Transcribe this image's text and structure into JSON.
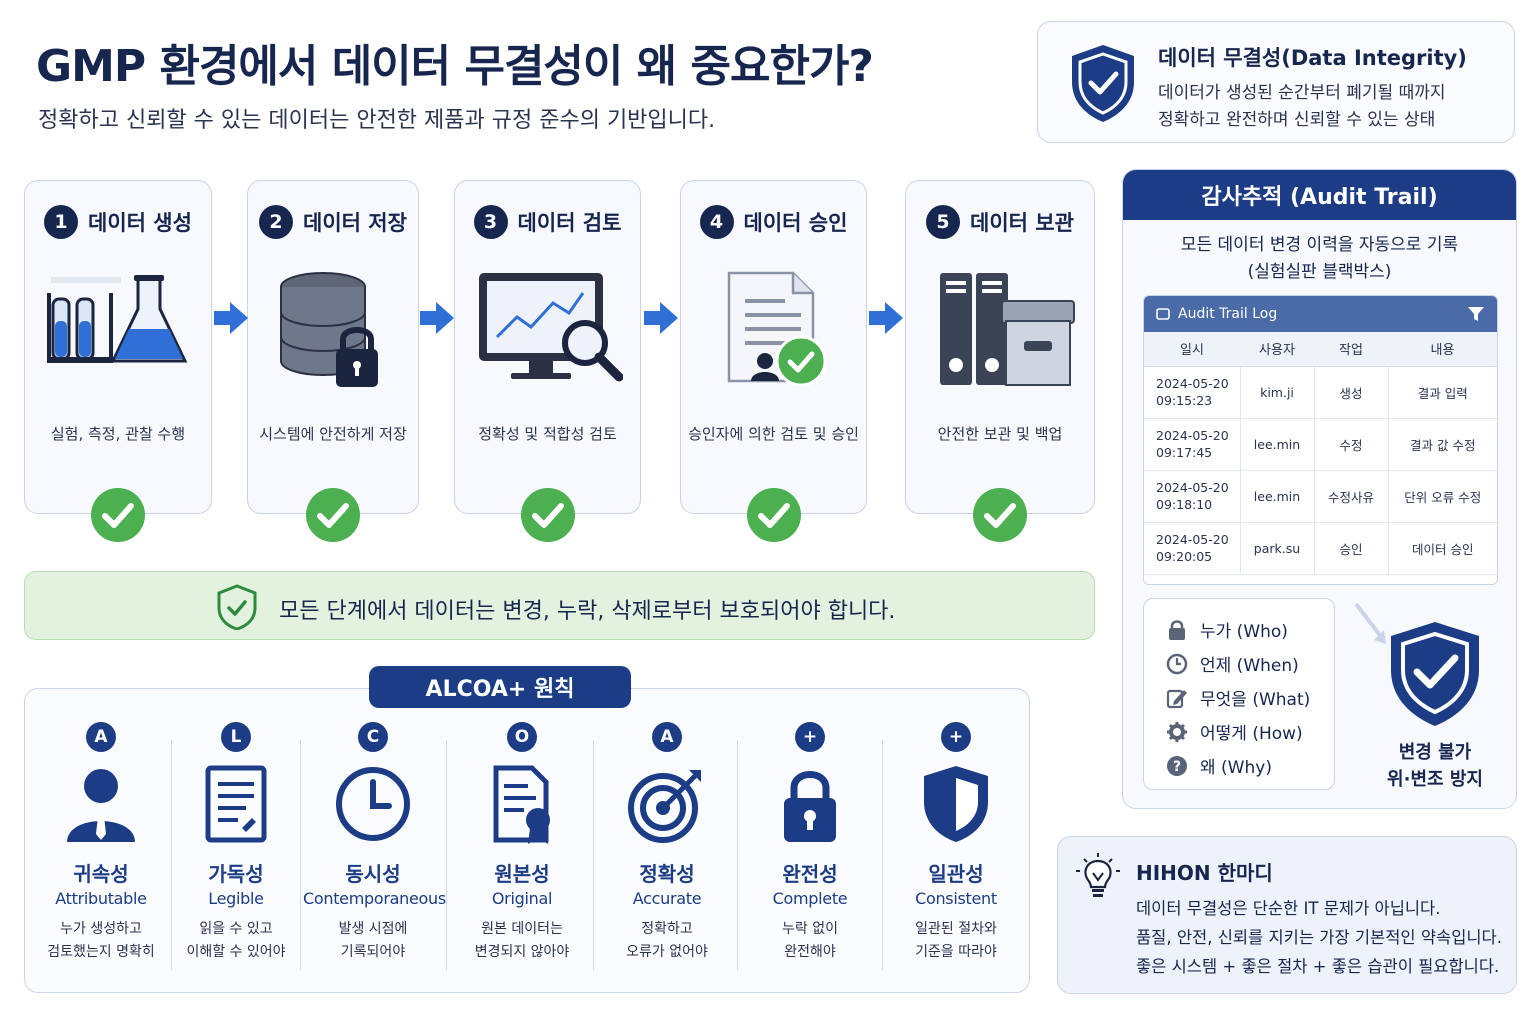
{
  "header": {
    "title": "GMP 환경에서 데이터 무결성이 왜 중요한가?",
    "subtitle": "정확하고 신뢰할 수 있는 데이터는 안전한 제품과 규정 준수의 기반입니다."
  },
  "definition": {
    "title": "데이터 무결성(Data Integrity)",
    "line1": "데이터가 생성된 순간부터 폐기될 때까지",
    "line2": "정확하고 완전하며 신뢰할 수 있는 상태"
  },
  "steps": [
    {
      "num": "1",
      "label": "데이터 생성",
      "desc": "실험, 측정, 관찰 수행"
    },
    {
      "num": "2",
      "label": "데이터 저장",
      "desc": "시스템에 안전하게 저장"
    },
    {
      "num": "3",
      "label": "데이터 검토",
      "desc": "정확성 및 적합성 검토"
    },
    {
      "num": "4",
      "label": "데이터 승인",
      "desc": "승인자에 의한 검토 및 승인"
    },
    {
      "num": "5",
      "label": "데이터 보관",
      "desc": "안전한 보관 및 백업"
    }
  ],
  "banner": {
    "text": "모든 단계에서 데이터는 변경, 누락, 삭제로부터 보호되어야 합니다."
  },
  "alcoa": {
    "title": "ALCOA+ 원칙",
    "items": [
      {
        "letter": "A",
        "name": "귀속성",
        "en": "Attributable",
        "desc1": "누가 생성하고",
        "desc2": "검토했는지 명확히",
        "icon": "person-icon"
      },
      {
        "letter": "L",
        "name": "가독성",
        "en": "Legible",
        "desc1": "읽을 수 있고",
        "desc2": "이해할 수 있어야",
        "icon": "document-icon"
      },
      {
        "letter": "C",
        "name": "동시성",
        "en": "Contemporaneous",
        "desc1": "발생 시점에",
        "desc2": "기록되어야",
        "icon": "clock-icon"
      },
      {
        "letter": "O",
        "name": "원본성",
        "en": "Original",
        "desc1": "원본 데이터는",
        "desc2": "변경되지 않아야",
        "icon": "certificate-icon"
      },
      {
        "letter": "A",
        "name": "정확성",
        "en": "Accurate",
        "desc1": "정확하고",
        "desc2": "오류가 없어야",
        "icon": "target-icon"
      },
      {
        "letter": "+",
        "name": "완전성",
        "en": "Complete",
        "desc1": "누락 없이",
        "desc2": "완전해야",
        "icon": "lock-icon"
      },
      {
        "letter": "+",
        "name": "일관성",
        "en": "Consistent",
        "desc1": "일관된 절차와",
        "desc2": "기준을 따라야",
        "icon": "shield-icon"
      }
    ]
  },
  "audit": {
    "title": "감사추적 (Audit Trail)",
    "sub1": "모든 데이터 변경 이력을 자동으로 기록",
    "sub2": "(실험실판 블랙박스)",
    "log_title": "Audit Trail Log",
    "columns": [
      "일시",
      "사용자",
      "작업",
      "내용"
    ],
    "rows": [
      {
        "date": "2024-05-20",
        "time": "09:15:23",
        "user": "kim.ji",
        "action": "생성",
        "content": "결과 입력"
      },
      {
        "date": "2024-05-20",
        "time": "09:17:45",
        "user": "lee.min",
        "action": "수정",
        "content": "결과 값 수정"
      },
      {
        "date": "2024-05-20",
        "time": "09:18:10",
        "user": "lee.min",
        "action": "수정사유",
        "content": "단위 오류 수정"
      },
      {
        "date": "2024-05-20",
        "time": "09:20:05",
        "user": "park.su",
        "action": "승인",
        "content": "데이터 승인"
      }
    ],
    "who": [
      "누가 (Who)",
      "언제 (When)",
      "무엇을 (What)",
      "어떻게 (How)",
      "왜 (Why)"
    ],
    "tamper1": "변경 불가",
    "tamper2": "위·변조 방지"
  },
  "tip": {
    "title": "HIHON 한마디",
    "line1": "데이터 무결성은 단순한 IT 문제가 아닙니다.",
    "line2": "품질, 안전, 신뢰를 지키는 가장 기본적인 약속입니다.",
    "line3": "좋은 시스템 + 좋은 절차 + 좋은 습관이 필요합니다."
  },
  "colors": {
    "navy": "#16264f",
    "blue": "#1c3c86",
    "green": "#4caf50",
    "arrow": "#2f6fd6"
  }
}
